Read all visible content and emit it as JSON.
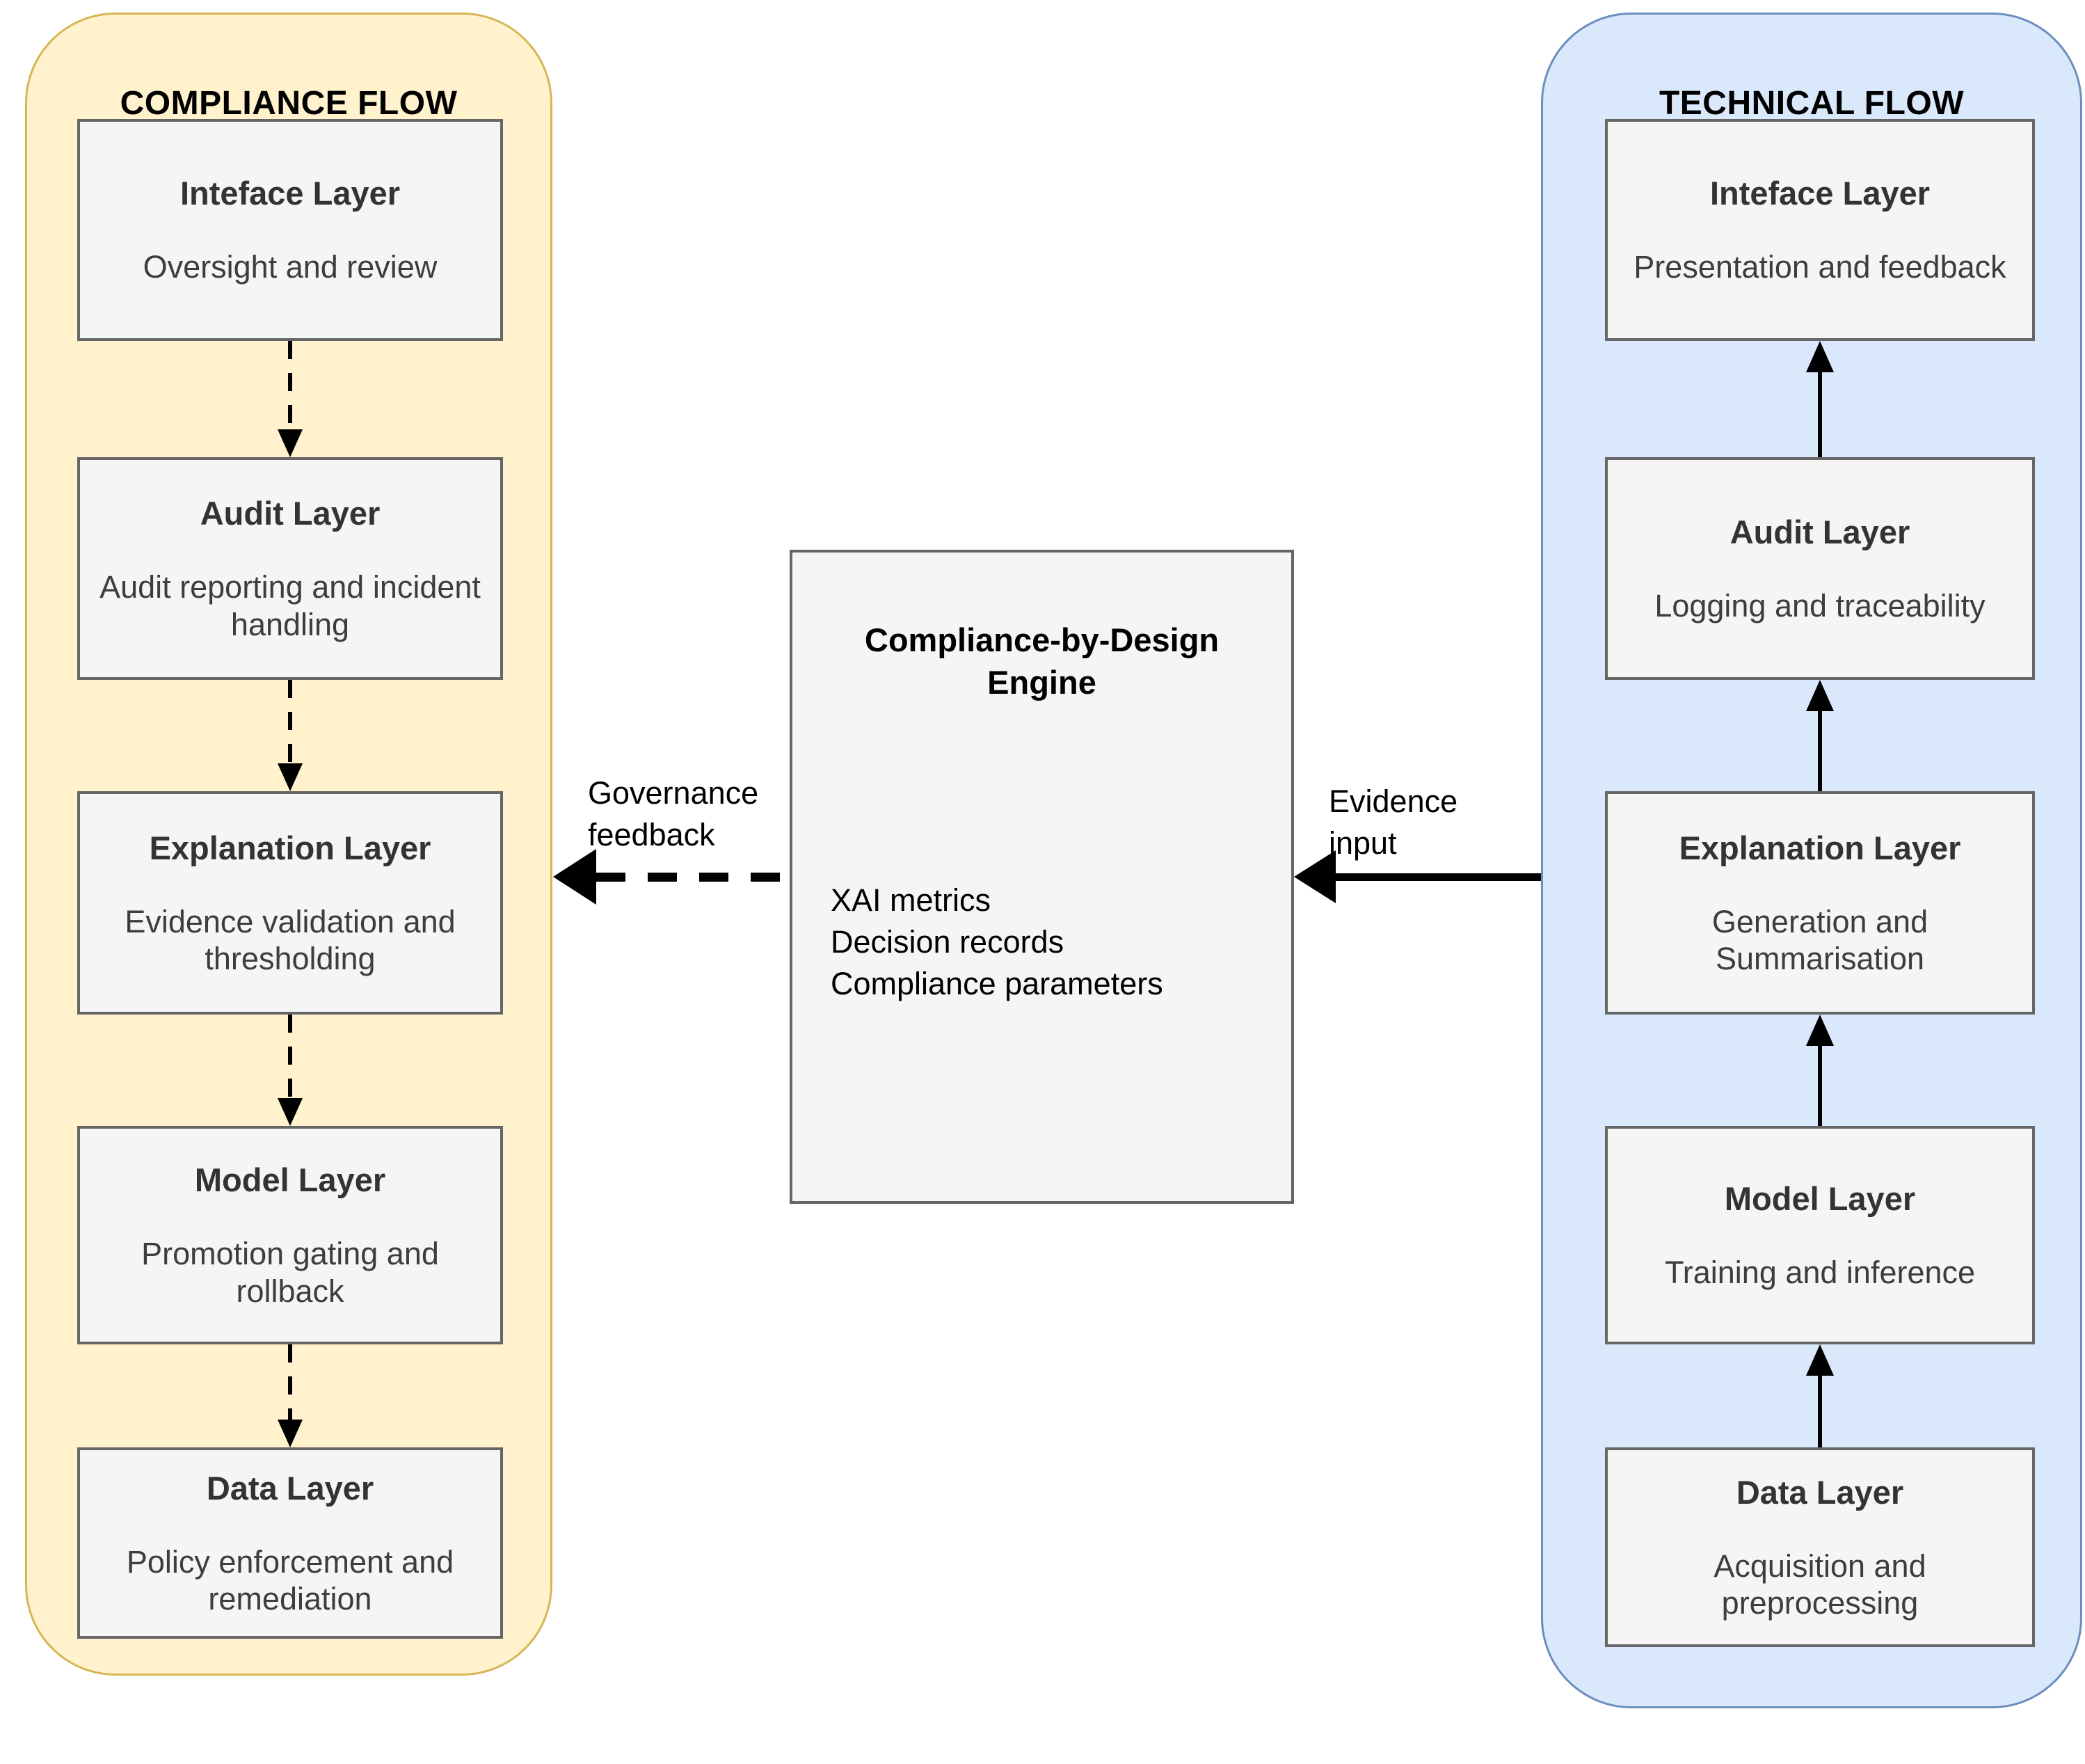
{
  "diagram": {
    "compliance_panel": {
      "title": "COMPLIANCE FLOW",
      "boxes": [
        {
          "title": "Inteface Layer",
          "desc": "Oversight and review"
        },
        {
          "title": "Audit Layer",
          "desc": "Audit reporting and incident handling"
        },
        {
          "title": "Explanation Layer",
          "desc": "Evidence validation and thresholding"
        },
        {
          "title": "Model Layer",
          "desc": "Promotion gating and rollback"
        },
        {
          "title": "Data Layer",
          "desc": "Policy enforcement and remediation"
        }
      ]
    },
    "technical_panel": {
      "title": "TECHNICAL FLOW",
      "boxes": [
        {
          "title": "Inteface Layer",
          "desc": "Presentation and feedback"
        },
        {
          "title": "Audit Layer",
          "desc": "Logging and traceability"
        },
        {
          "title": "Explanation Layer",
          "desc": "Generation and Summarisation"
        },
        {
          "title": "Model Layer",
          "desc": "Training and inference"
        },
        {
          "title": "Data Layer",
          "desc": "Acquisition and preprocessing"
        }
      ]
    },
    "engine": {
      "title": "Compliance-by-Design Engine",
      "items": [
        "XAI metrics",
        "Decision records",
        "Compliance parameters"
      ]
    },
    "arrows": {
      "governance_label": "Governance feedback",
      "evidence_label": "Evidence input"
    },
    "colors": {
      "compliance_fill": "#FFF2CC",
      "compliance_border": "#D6B656",
      "technical_fill": "#DAE8FC",
      "technical_border": "#6C8EBF",
      "box_fill": "#F5F5F5",
      "box_border": "#666666"
    }
  }
}
